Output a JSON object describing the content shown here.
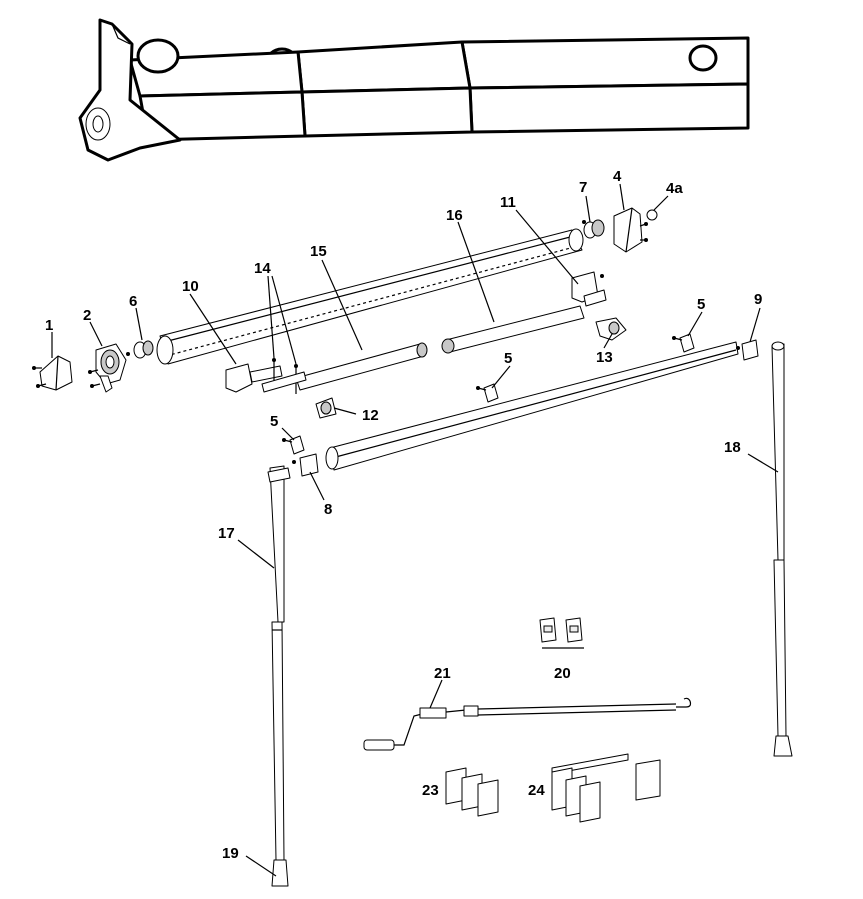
{
  "labels": {
    "p1": "1",
    "p2": "2",
    "p4": "4",
    "p4a": "4a",
    "p5a": "5",
    "p5b": "5",
    "p5c": "5",
    "p6": "6",
    "p7": "7",
    "p8": "8",
    "p9": "9",
    "p10": "10",
    "p11": "11",
    "p12": "12",
    "p13": "13",
    "p14": "14",
    "p15": "15",
    "p16": "16",
    "p17": "17",
    "p18": "18",
    "p19": "19",
    "p20": "20",
    "p21": "21",
    "p23": "23",
    "p24": "24"
  },
  "colors": {
    "line": "#000000",
    "shade": "#c8c8c8",
    "light": "#eeeeee",
    "background": "#ffffff"
  }
}
